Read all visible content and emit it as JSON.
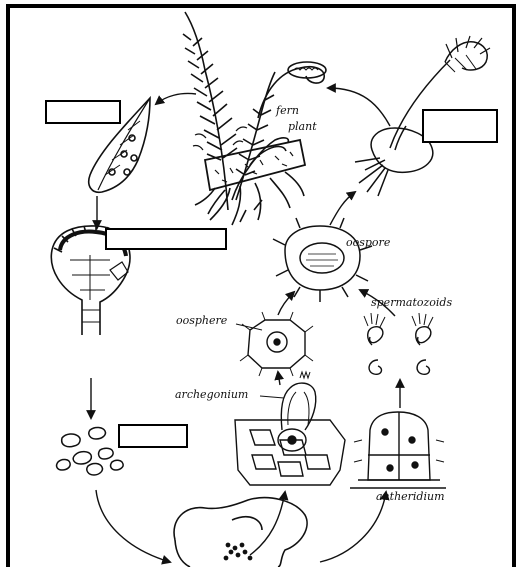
{
  "labels": {
    "fern_plant_1": "fern",
    "fern_plant_2": "plant",
    "oospore": "oospore",
    "oosphere": "oosphere",
    "spermatozoids": "spermatozoids",
    "archegonium": "archegonium",
    "antheridium": "antheridium"
  },
  "blank_boxes": [
    {
      "name": "blank-label-box-sporophyll",
      "answer": ""
    },
    {
      "name": "blank-label-box-sporangium",
      "answer": ""
    },
    {
      "name": "blank-label-box-spores",
      "answer": ""
    },
    {
      "name": "blank-label-box-young-sporophyte",
      "answer": ""
    }
  ]
}
